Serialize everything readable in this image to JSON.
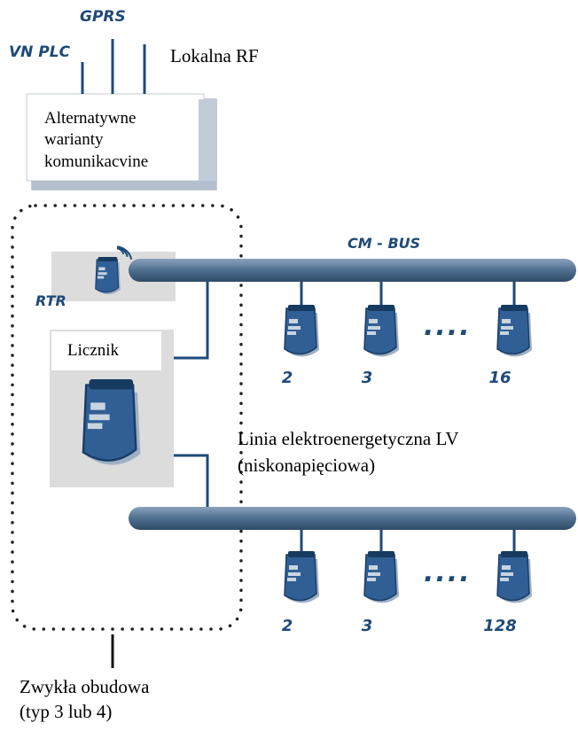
{
  "labels": {
    "gprs": "GPRS",
    "vn_plc": "VN PLC",
    "lokalna_rf": "Lokalna RF",
    "alt_box": [
      "Alternatywne",
      "warianty",
      "komunikacvine"
    ],
    "cm_bus": "CM - BUS",
    "rtr": "RTR",
    "licznik": "Licznik",
    "power_line": [
      "Linia elektroenergetyczna LV",
      "(niskonapięciowa)"
    ],
    "housing": [
      "Zwykła obudowa",
      "(typ 3 lub 4)"
    ]
  },
  "meter_numbers": {
    "top": [
      "2",
      "3",
      "16"
    ],
    "bottom": [
      "2",
      "3",
      "128"
    ],
    "ellipsis": "...."
  },
  "colors": {
    "bus": "#4f6f8f",
    "brand": "#1e4a78",
    "meter": "#2f5f95",
    "panel": "#dcdcdc"
  }
}
